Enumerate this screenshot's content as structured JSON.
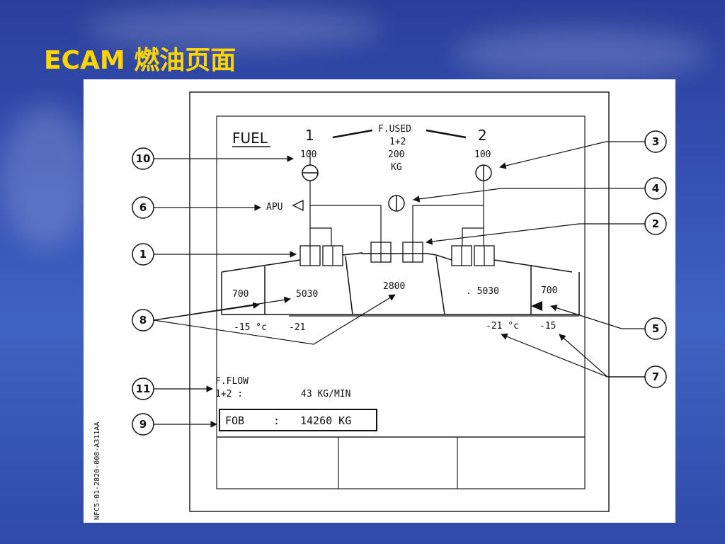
{
  "slide_title": "ECAM 燃油页面",
  "ecam": {
    "fuel_label": "FUEL",
    "engine_left": "1",
    "engine_right": "2",
    "fused_title": "F.USED",
    "fused_sum": "1+2",
    "fused_value": "200",
    "fused_unit": "KG",
    "left_used": "100",
    "right_used": "100",
    "apu_label": "APU",
    "left_outer_qty": "700",
    "left_inner_qty": "5030",
    "center_qty": "2800",
    "right_inner_qty": ". 5030",
    "right_outer_qty": "700",
    "left_outer_temp": "-15 °c",
    "left_inner_temp": "-21",
    "right_inner_temp": "-21 °c",
    "right_outer_temp": "-15",
    "fflow_label": "F.FLOW",
    "fflow_sum": "1+2 :",
    "fflow_value": "43 KG/MIN",
    "fob_label": "FOB",
    "fob_colon": ":",
    "fob_value": "14260 KG",
    "side_code": "NFC5-01-2820-008-A311AA"
  },
  "callouts": [
    "1",
    "2",
    "3",
    "4",
    "5",
    "6",
    "7",
    "8",
    "9",
    "10",
    "11"
  ]
}
